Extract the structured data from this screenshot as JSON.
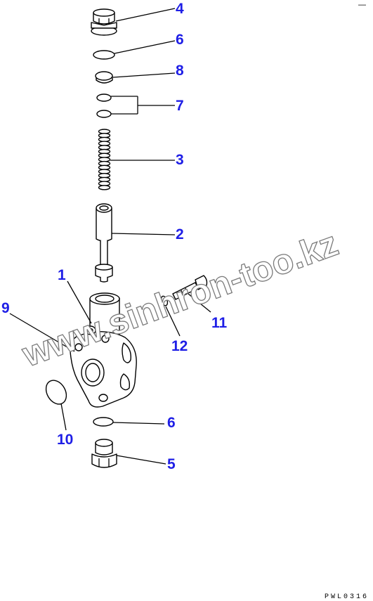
{
  "diagram": {
    "callouts": {
      "c1": "1",
      "c2": "2",
      "c3": "3",
      "c4": "4",
      "c5": "5",
      "c6a": "6",
      "c6b": "6",
      "c7": "7",
      "c8": "8",
      "c9": "9",
      "c10": "10",
      "c11": "11",
      "c12": "12"
    },
    "watermark": "www.sinhron-too.kz",
    "drawing_code": "PWL0316",
    "corner_mark": "—"
  },
  "colors": {
    "callout": "#1e1ee6",
    "line": "#000000",
    "watermark_outline": "#7a7a7a"
  }
}
